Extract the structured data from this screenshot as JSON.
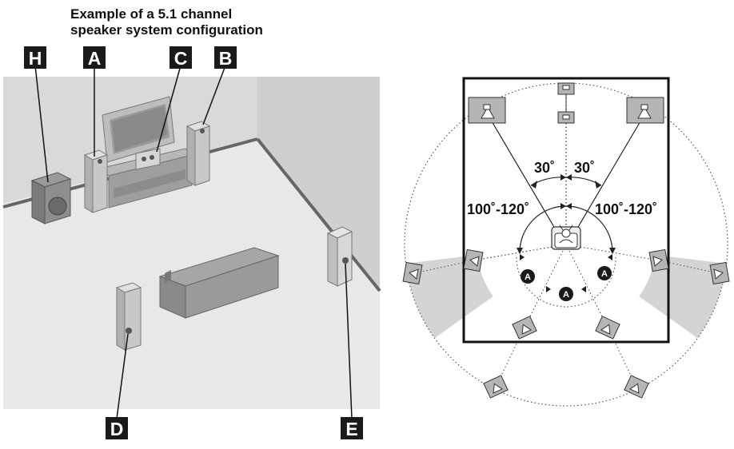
{
  "title": {
    "line1": "Example of a 5.1 channel",
    "line2": "speaker system configuration"
  },
  "room_labels": {
    "H": "H",
    "A": "A",
    "C": "C",
    "B": "B",
    "D": "D",
    "E": "E"
  },
  "layout_diagram": {
    "angle_left_30": "30˚",
    "angle_right_30": "30˚",
    "angle_left_range": "100˚-120˚",
    "angle_right_range": "100˚-120˚",
    "zone_marker": "A"
  },
  "colors": {
    "room_floor": "#e6e6e6",
    "room_wall": "#d9d9d9",
    "label_box": "#1a1a1a",
    "shaded_zone": "#d4d4d4"
  }
}
